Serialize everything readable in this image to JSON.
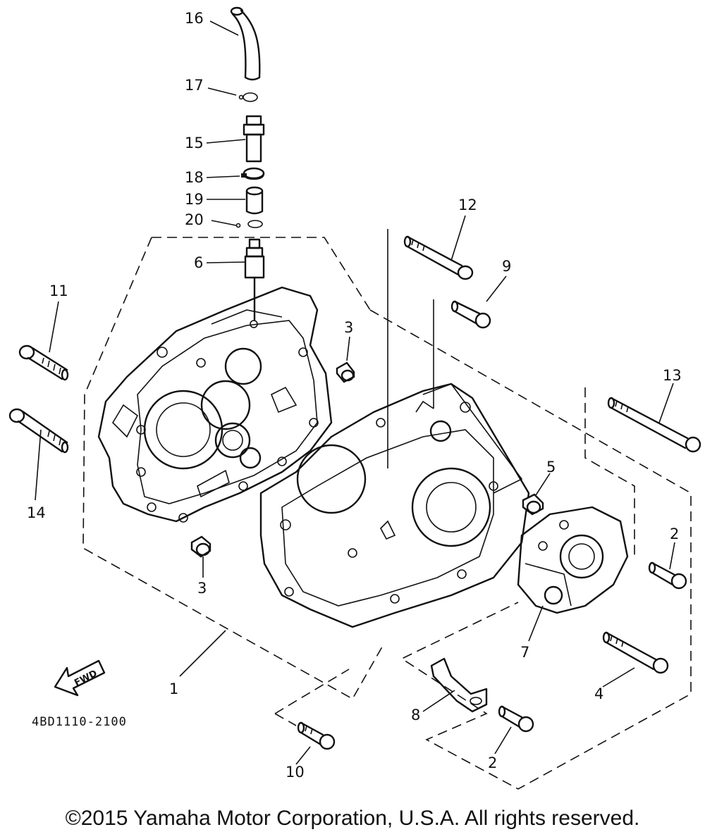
{
  "diagram": {
    "part_code": "4BD1110-2100",
    "fwd_label": "FWD",
    "callouts": [
      "16",
      "17",
      "15",
      "18",
      "19",
      "20",
      "6",
      "12",
      "9",
      "11",
      "3",
      "13",
      "14",
      "5",
      "2",
      "3",
      "7",
      "1",
      "4",
      "8",
      "10",
      "2"
    ]
  },
  "footer": {
    "copyright": "©2015 Yamaha Motor Corporation, U.S.A. All rights reserved."
  }
}
